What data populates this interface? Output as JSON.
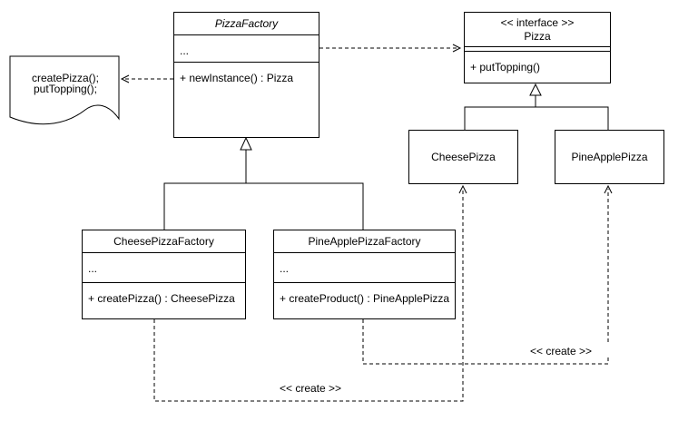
{
  "colors": {
    "stroke": "#000000",
    "background": "#ffffff",
    "text": "#000000"
  },
  "classes": {
    "pizza_factory": {
      "title": "PizzaFactory",
      "fields": "...",
      "methods": "+ newInstance() : Pizza"
    },
    "pizza_interface": {
      "stereotype": "<< interface >>",
      "name": "Pizza",
      "methods": "+ putTopping()"
    },
    "cheese_pizza": {
      "title": "CheesePizza"
    },
    "pineapple_pizza": {
      "title": "PineApplePizza"
    },
    "cheese_pizza_factory": {
      "title": "CheesePizzaFactory",
      "fields": "...",
      "methods": "+ createPizza() : CheesePizza"
    },
    "pineapple_pizza_factory": {
      "title": "PineApplePizzaFactory",
      "fields": "...",
      "methods": "+ createProduct() : PineApplePizza"
    }
  },
  "note": {
    "line1": "createPizza();",
    "line2": "putTopping();"
  },
  "edge_labels": {
    "cheese_create": "<< create >>",
    "pineapple_create": "<< create >>"
  }
}
